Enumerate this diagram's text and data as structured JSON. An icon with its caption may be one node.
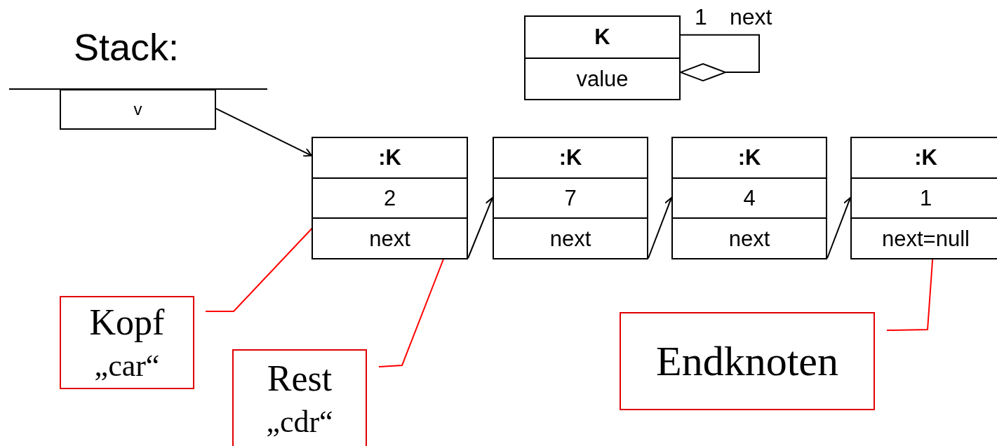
{
  "diagram": {
    "title": "Stack:",
    "nodes": [
      {
        "text": [
          "v"
        ]
      },
      {
        "text": [
          "K",
          "value"
        ]
      },
      {
        "text": [
          ":K",
          "2",
          "next"
        ]
      },
      {
        "text": [
          ":K",
          "7",
          "next"
        ]
      },
      {
        "text": [
          ":K",
          "4",
          "next"
        ]
      },
      {
        "text": [
          ":K",
          "1",
          "next=null"
        ]
      },
      {
        "text": [
          "Kopf",
          "„car“"
        ]
      },
      {
        "text": [
          "Rest",
          "„cdr“"
        ]
      },
      {
        "text": [
          "Endknoten"
        ]
      }
    ],
    "edges": [
      {
        "from": 0,
        "to": 2,
        "arrow": "to"
      },
      {
        "from": 2,
        "to": 3,
        "arrow": "to"
      },
      {
        "from": 3,
        "to": 4,
        "arrow": "to"
      },
      {
        "from": 4,
        "to": 5,
        "arrow": "to"
      },
      {
        "from": 1,
        "to": 1,
        "arrow": "other",
        "label": "next"
      },
      {
        "from": 6,
        "to": 2,
        "arrow": "none",
        "color": "#ff0000"
      },
      {
        "from": 7,
        "to": 2,
        "arrow": "none",
        "color": "#ff0000"
      },
      {
        "from": 8,
        "to": 5,
        "arrow": "none",
        "color": "#ff0000"
      }
    ],
    "labels": [
      "1"
    ]
  }
}
